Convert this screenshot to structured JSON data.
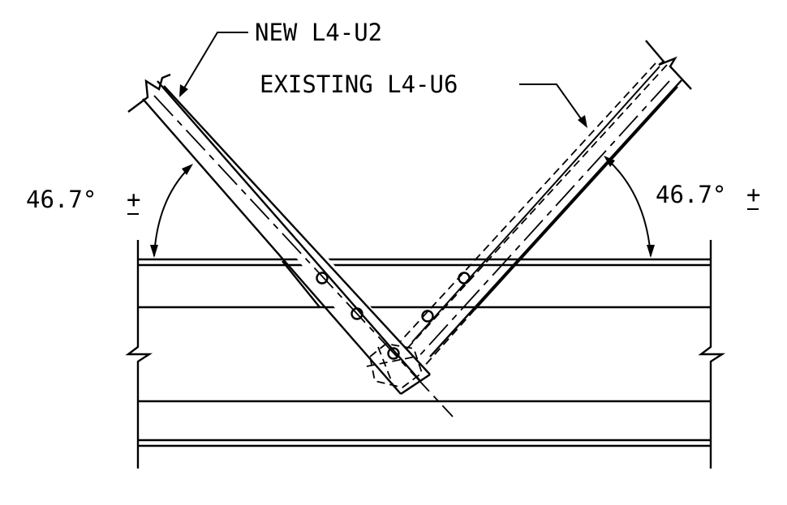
{
  "labels": {
    "new_member": "NEW L4-U2",
    "existing_member": "EXISTING L4-U6",
    "angle_left": "46.7°",
    "angle_right": "46.7°",
    "plus_minus": "+"
  },
  "colors": {
    "line": "#000000",
    "background": "#ffffff"
  }
}
